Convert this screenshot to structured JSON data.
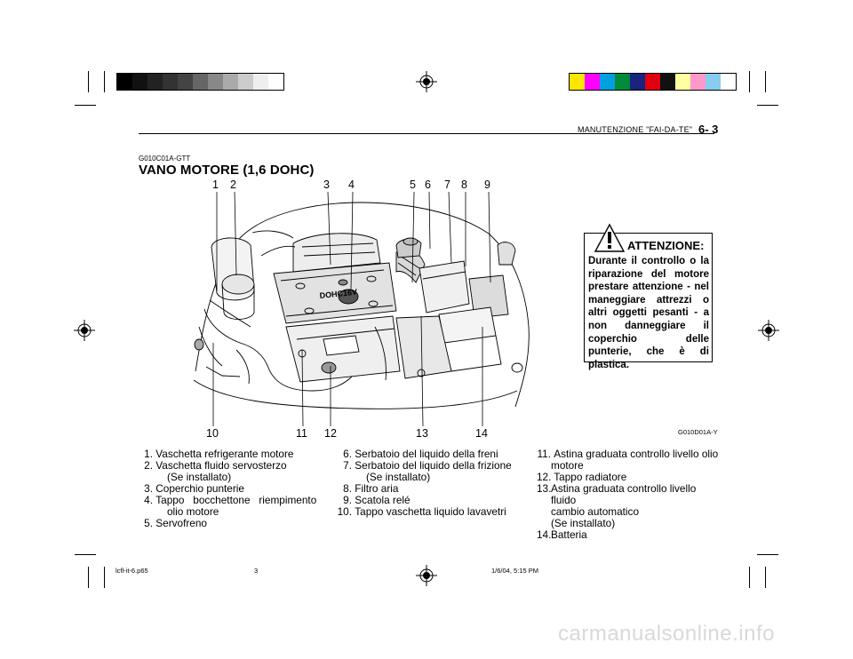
{
  "header": {
    "section_title": "MANUTENZIONE \"FAI-DA-TE\"",
    "page_number": "6- 3"
  },
  "section": {
    "code": "G010C01A-GTT",
    "title": "VANO MOTORE (1,6 DOHC)"
  },
  "figure": {
    "code": "G010D01A-Y",
    "top_callouts": [
      "1",
      "2",
      "3",
      "4",
      "5",
      "6",
      "7",
      "8",
      "9"
    ],
    "bottom_callouts": [
      "10",
      "11",
      "12",
      "13",
      "14"
    ],
    "engine_cover_text": "DOHC16V"
  },
  "warning": {
    "title": "ATTENZIONE:",
    "text": "Durante il controllo o la riparazione del motore prestare attenzione - nel maneggiare attrezzi o altri oggetti pesanti - a non danneggiare il coperchio delle punterie, che è di plastica."
  },
  "legend": {
    "col1": [
      {
        "num": "1.",
        "text": "Vaschetta refrigerante motore",
        "cont": ""
      },
      {
        "num": "2.",
        "text": "Vaschetta fluido servosterzo",
        "cont": "(Se installato)"
      },
      {
        "num": "3.",
        "text": "Coperchio punterie",
        "cont": ""
      },
      {
        "num": "4.",
        "text": "Tappo   bocchettone   riempimento",
        "cont": "olio motore"
      },
      {
        "num": "5.",
        "text": "Servofreno",
        "cont": ""
      }
    ],
    "col2": [
      {
        "num": "6.",
        "text": "Serbatoio del liquido della freni",
        "cont": ""
      },
      {
        "num": "7.",
        "text": "Serbatoio del liquido della frizione",
        "cont": "(Se installato)"
      },
      {
        "num": "8.",
        "text": "Filtro aria",
        "cont": ""
      },
      {
        "num": "9.",
        "text": "Scatola relé",
        "cont": ""
      },
      {
        "num": "10.",
        "text": "Tappo vaschetta liquido lavavetri",
        "cont": ""
      }
    ],
    "col3": [
      {
        "num": "11.",
        "text": "Astina graduata controllo livello olio",
        "cont": "motore"
      },
      {
        "num": "12.",
        "text": "Tappo radiatore",
        "cont": ""
      },
      {
        "num": "13.",
        "text": "Astina graduata controllo livello fluido",
        "cont": "cambio automatico"
      },
      {
        "num": "",
        "text": "",
        "cont": "(Se installato)"
      },
      {
        "num": "14.",
        "text": "Batteria",
        "cont": ""
      }
    ]
  },
  "footer": {
    "file": "lcfl-it-6.p65",
    "page": "3",
    "timestamp": "1/6/04, 5:15 PM"
  },
  "watermark": "carmanualsonline.info",
  "colors": {
    "bar_gray": [
      "#000000",
      "#111111",
      "#222222",
      "#333333",
      "#444444",
      "#666666",
      "#888888",
      "#aaaaaa",
      "#cccccc",
      "#eeeeee",
      "#ffffff"
    ],
    "bar_color": [
      "#ffe600",
      "#ff00ff",
      "#00a0e0",
      "#008a3a",
      "#1a237e",
      "#e00010",
      "#111111",
      "#ffffa0",
      "#ff99cc",
      "#88ccee",
      "#ffffff"
    ]
  }
}
